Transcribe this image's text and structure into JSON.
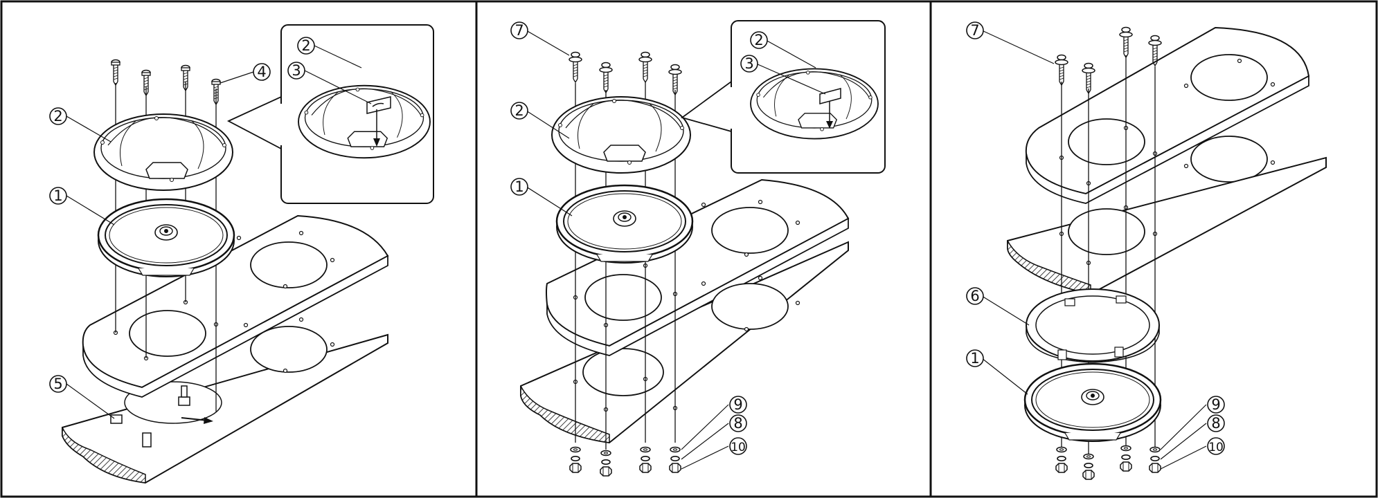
{
  "panels": [
    {
      "callouts": {
        "c2": "2",
        "c4": "4",
        "c1": "1",
        "c5": "5",
        "z2": "2",
        "z3": "3"
      }
    },
    {
      "callouts": {
        "c7": "7",
        "c2": "2",
        "c1": "1",
        "c9": "9",
        "c8": "8",
        "c10": "10",
        "z2": "2",
        "z3": "3"
      }
    },
    {
      "callouts": {
        "c7": "7",
        "c6": "6",
        "c1": "1",
        "c9": "9",
        "c8": "8",
        "c10": "10"
      }
    }
  ],
  "colors": {
    "line": "#111111",
    "fill": "#ffffff",
    "shade": "#d9d9d9"
  }
}
